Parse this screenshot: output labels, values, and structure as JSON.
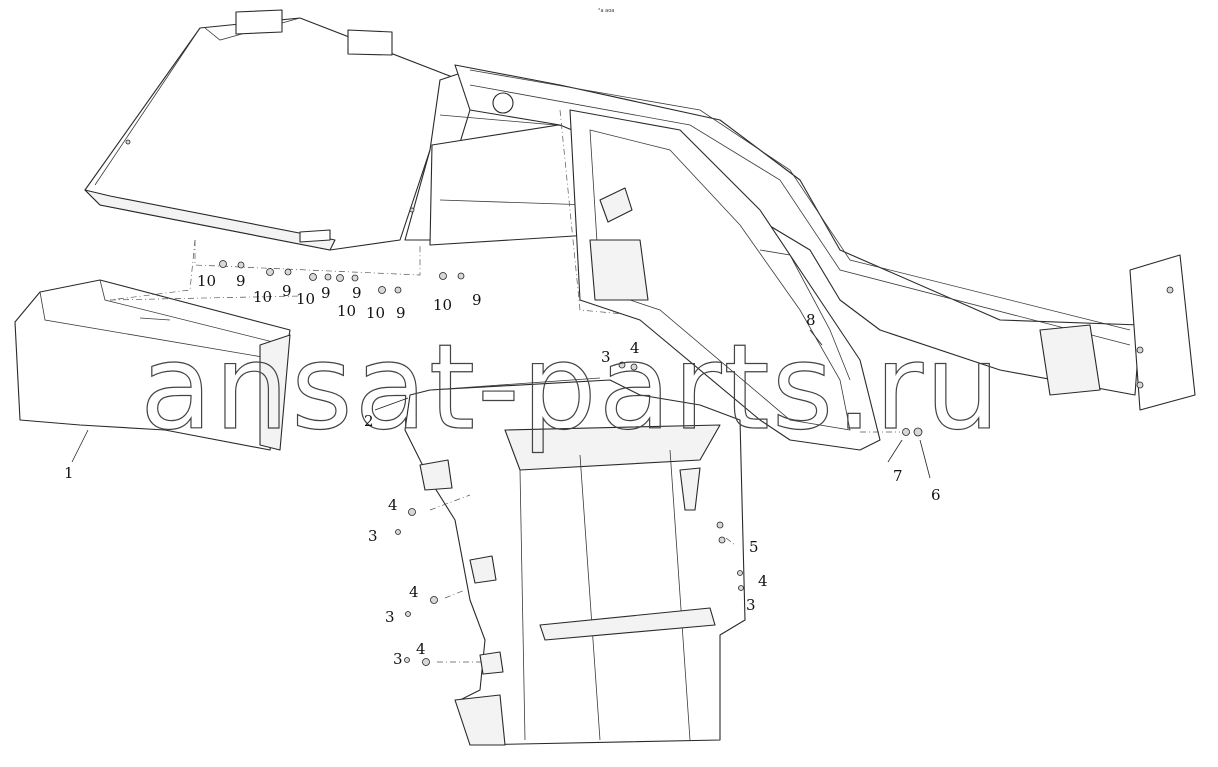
{
  "header_note": "°a aoa",
  "watermark": "ansat-parts.ru",
  "callouts": {
    "c1": "1",
    "c2": "2",
    "c3a": "3",
    "c4a": "4",
    "c3b": "3",
    "c4b": "4",
    "c3c": "3",
    "c4c": "4",
    "c3d": "3",
    "c4d": "4",
    "c5": "5",
    "c4e": "4",
    "c3e": "3",
    "c6": "6",
    "c7": "7",
    "c8": "8",
    "c10a": "10",
    "c9a": "9",
    "c10b": "10",
    "c9b": "9",
    "c10c": "10",
    "c9c": "9",
    "c10d": "10",
    "c9d": "9",
    "c10e": "10",
    "c9e": "9",
    "c10f": "10",
    "c9f": "9"
  },
  "colors": {
    "line": "#2a2a2a",
    "background": "#ffffff"
  }
}
